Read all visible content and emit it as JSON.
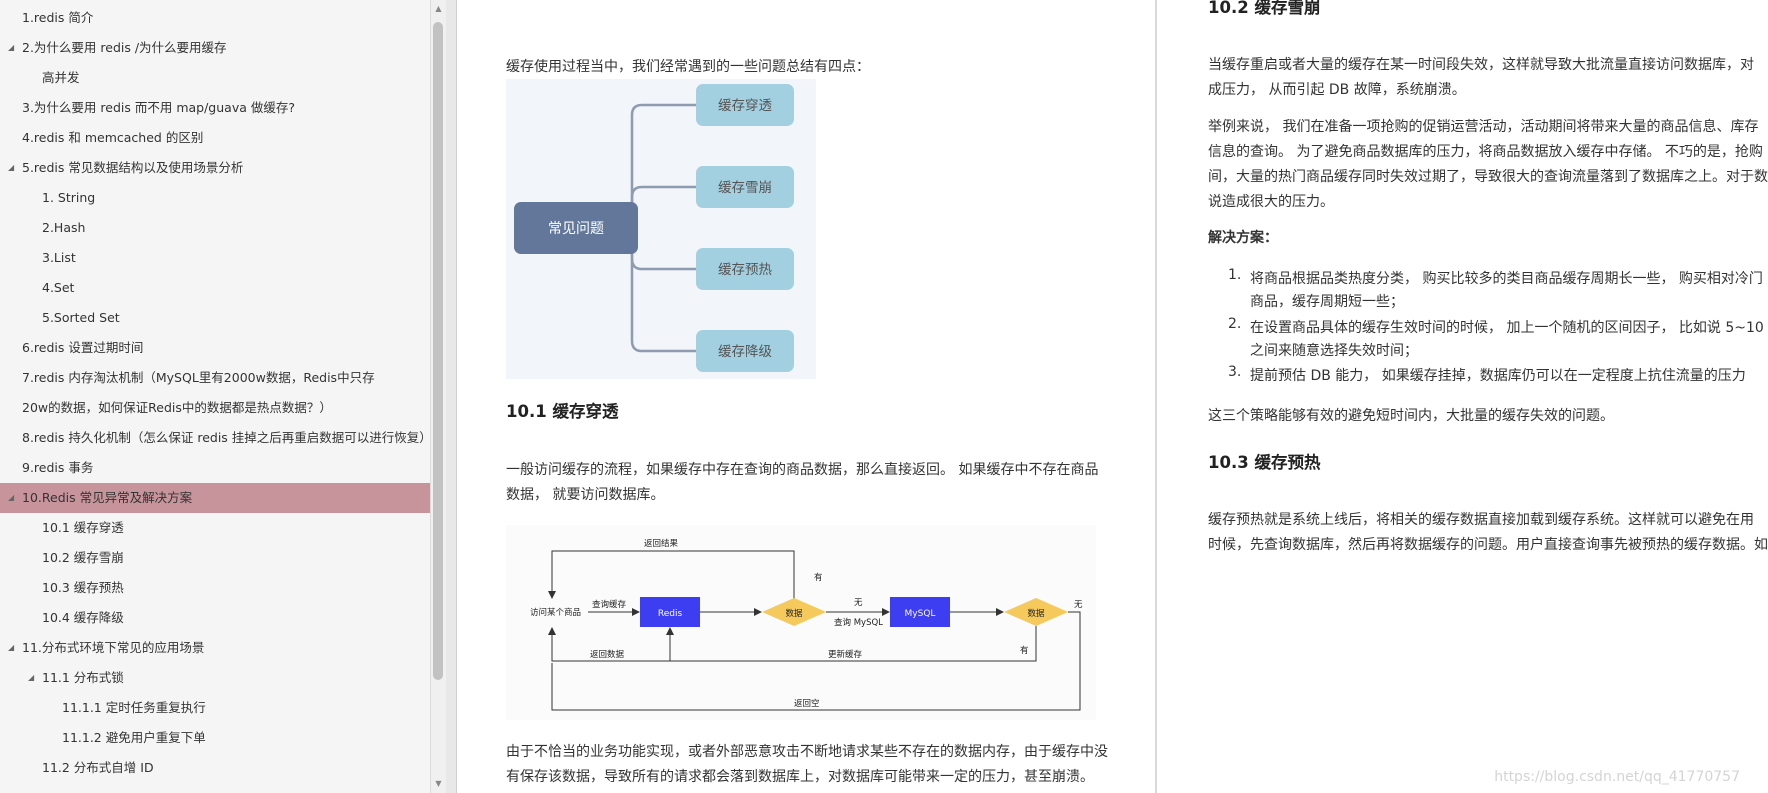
{
  "toc": {
    "items": [
      {
        "label": "1.redis 简介",
        "indent": 0,
        "arrow": false
      },
      {
        "label": "2.为什么要用 redis /为什么要用缓存",
        "indent": 0,
        "arrow": true
      },
      {
        "label": "高并发",
        "indent": 1,
        "arrow": false
      },
      {
        "label": "3.为什么要用 redis 而不用 map/guava 做缓存?",
        "indent": 0,
        "arrow": false
      },
      {
        "label": "4.redis 和 memcached 的区别",
        "indent": 0,
        "arrow": false
      },
      {
        "label": "5.redis 常见数据结构以及使用场景分析",
        "indent": 0,
        "arrow": true
      },
      {
        "label": "1. String",
        "indent": 1,
        "arrow": false
      },
      {
        "label": "2.Hash",
        "indent": 1,
        "arrow": false
      },
      {
        "label": "3.List",
        "indent": 1,
        "arrow": false
      },
      {
        "label": "4.Set",
        "indent": 1,
        "arrow": false
      },
      {
        "label": "5.Sorted Set",
        "indent": 1,
        "arrow": false
      },
      {
        "label": "6.redis 设置过期时间",
        "indent": 0,
        "arrow": false
      },
      {
        "label": "7.redis 内存淘汰机制（MySQL里有2000w数据，Redis中只存",
        "indent": 0,
        "arrow": false
      },
      {
        "label": "20w的数据，如何保证Redis中的数据都是热点数据？）",
        "indent": 0,
        "arrow": false
      },
      {
        "label": "8.redis 持久化机制（怎么保证 redis 挂掉之后再重启数据可以进行恢复）",
        "indent": 0,
        "arrow": false
      },
      {
        "label": "9.redis 事务",
        "indent": 0,
        "arrow": false
      },
      {
        "label": "10.Redis 常见异常及解决方案",
        "indent": 0,
        "arrow": true,
        "active": true
      },
      {
        "label": "10.1 缓存穿透",
        "indent": 1,
        "arrow": false
      },
      {
        "label": "10.2 缓存雪崩",
        "indent": 1,
        "arrow": false
      },
      {
        "label": "10.3 缓存预热",
        "indent": 1,
        "arrow": false
      },
      {
        "label": "10.4 缓存降级",
        "indent": 1,
        "arrow": false
      },
      {
        "label": "11.分布式环境下常见的应用场景",
        "indent": 0,
        "arrow": true
      },
      {
        "label": "11.1 分布式锁",
        "indent": 1,
        "arrow": true
      },
      {
        "label": "11.1.1 定时任务重复执行",
        "indent": 2,
        "arrow": false
      },
      {
        "label": "11.1.2 避免用户重复下单",
        "indent": 2,
        "arrow": false
      },
      {
        "label": "11.2 分布式自增 ID",
        "indent": 1,
        "arrow": false
      }
    ]
  },
  "left_page": {
    "intro": "缓存使用过程当中，我们经常遇到的一些问题总结有四点：",
    "mindmap": {
      "root": "常见问题",
      "branches": [
        "缓存穿透",
        "缓存雪崩",
        "缓存预热",
        "缓存降级"
      ],
      "colors": {
        "root": "#62779a",
        "branch": "#a3d0e1",
        "line": "#8e9bb0",
        "bg": "#f2f5f9"
      }
    },
    "h_10_1": "10.1  缓存穿透",
    "p1_line1": "一般访问缓存的流程，如果缓存中存在查询的商品数据，那么直接返回。 如果缓存中不存在商品",
    "p1_line2": "数据，  就要访问数据库。",
    "flow": {
      "start": "访问某个商品",
      "query_cache": "查询缓存",
      "redis": "Redis",
      "data1": "数据",
      "has": "有",
      "none": "无",
      "query_mysql": "查询 MySQL",
      "mysql": "MySQL",
      "data2": "数据",
      "none2": "无",
      "has2": "有",
      "return_result": "返回结果",
      "return_data": "返回数据",
      "update_cache": "更新缓存",
      "return_empty": "返回空",
      "colors": {
        "box": "#3d3df2",
        "diamond": "#f5c95c"
      }
    },
    "p2_line1": "由于不恰当的业务功能实现，或者外部恶意攻击不断地请求某些不存在的数据内存，由于缓存中没",
    "p2_line2": "有保存该数据，导致所有的请求都会落到数据库上，对数据库可能带来一定的压力，甚至崩溃。"
  },
  "right_page": {
    "h_10_2": "10.2  缓存雪崩",
    "p1_line1": "当缓存重启或者大量的缓存在某一时间段失效，这样就导致大批流量直接访问数据库，对",
    "p1_line2": "成压力，  从而引起 DB 故障，系统崩溃。",
    "p2_line1": "举例来说，  我们在准备一项抢购的促销运营活动，活动期间将带来大量的商品信息、库存",
    "p2_line2": "信息的查询。 为了避免商品数据库的压力，将商品数据放入缓存中存储。 不巧的是，抢购",
    "p2_line3": "间，大量的热门商品缓存同时失效过期了，导致很大的查询流量落到了数据库之上。对于数",
    "p2_line4": "说造成很大的压力。",
    "solution_label": "解决方案：",
    "list": [
      {
        "num": "1.",
        "line1": "将商品根据品类热度分类，  购买比较多的类目商品缓存周期长一些，  购买相对冷门",
        "line2": "商品，缓存周期短一些；"
      },
      {
        "num": "2.",
        "line1": "在设置商品具体的缓存生效时间的时候，  加上一个随机的区间因子，  比如说 5~10",
        "line2": "之间来随意选择失效时间；"
      },
      {
        "num": "3.",
        "line1": "提前预估 DB 能力，  如果缓存挂掉，数据库仍可以在一定程度上抗住流量的压力",
        "line2": ""
      }
    ],
    "summary": "这三个策略能够有效的避免短时间内，大批量的缓存失效的问题。",
    "h_10_3": "10.3  缓存预热",
    "p3_line1": "缓存预热就是系统上线后，将相关的缓存数据直接加载到缓存系统。这样就可以避免在用",
    "p3_line2": "时候，先查询数据库，然后再将数据缓存的问题。用户直接查询事先被预热的缓存数据。如"
  },
  "watermark": "https://blog.csdn.net/qq_41770757",
  "colors": {
    "active": "#c8949b",
    "sidebar_bg": "#f5f5f5"
  }
}
